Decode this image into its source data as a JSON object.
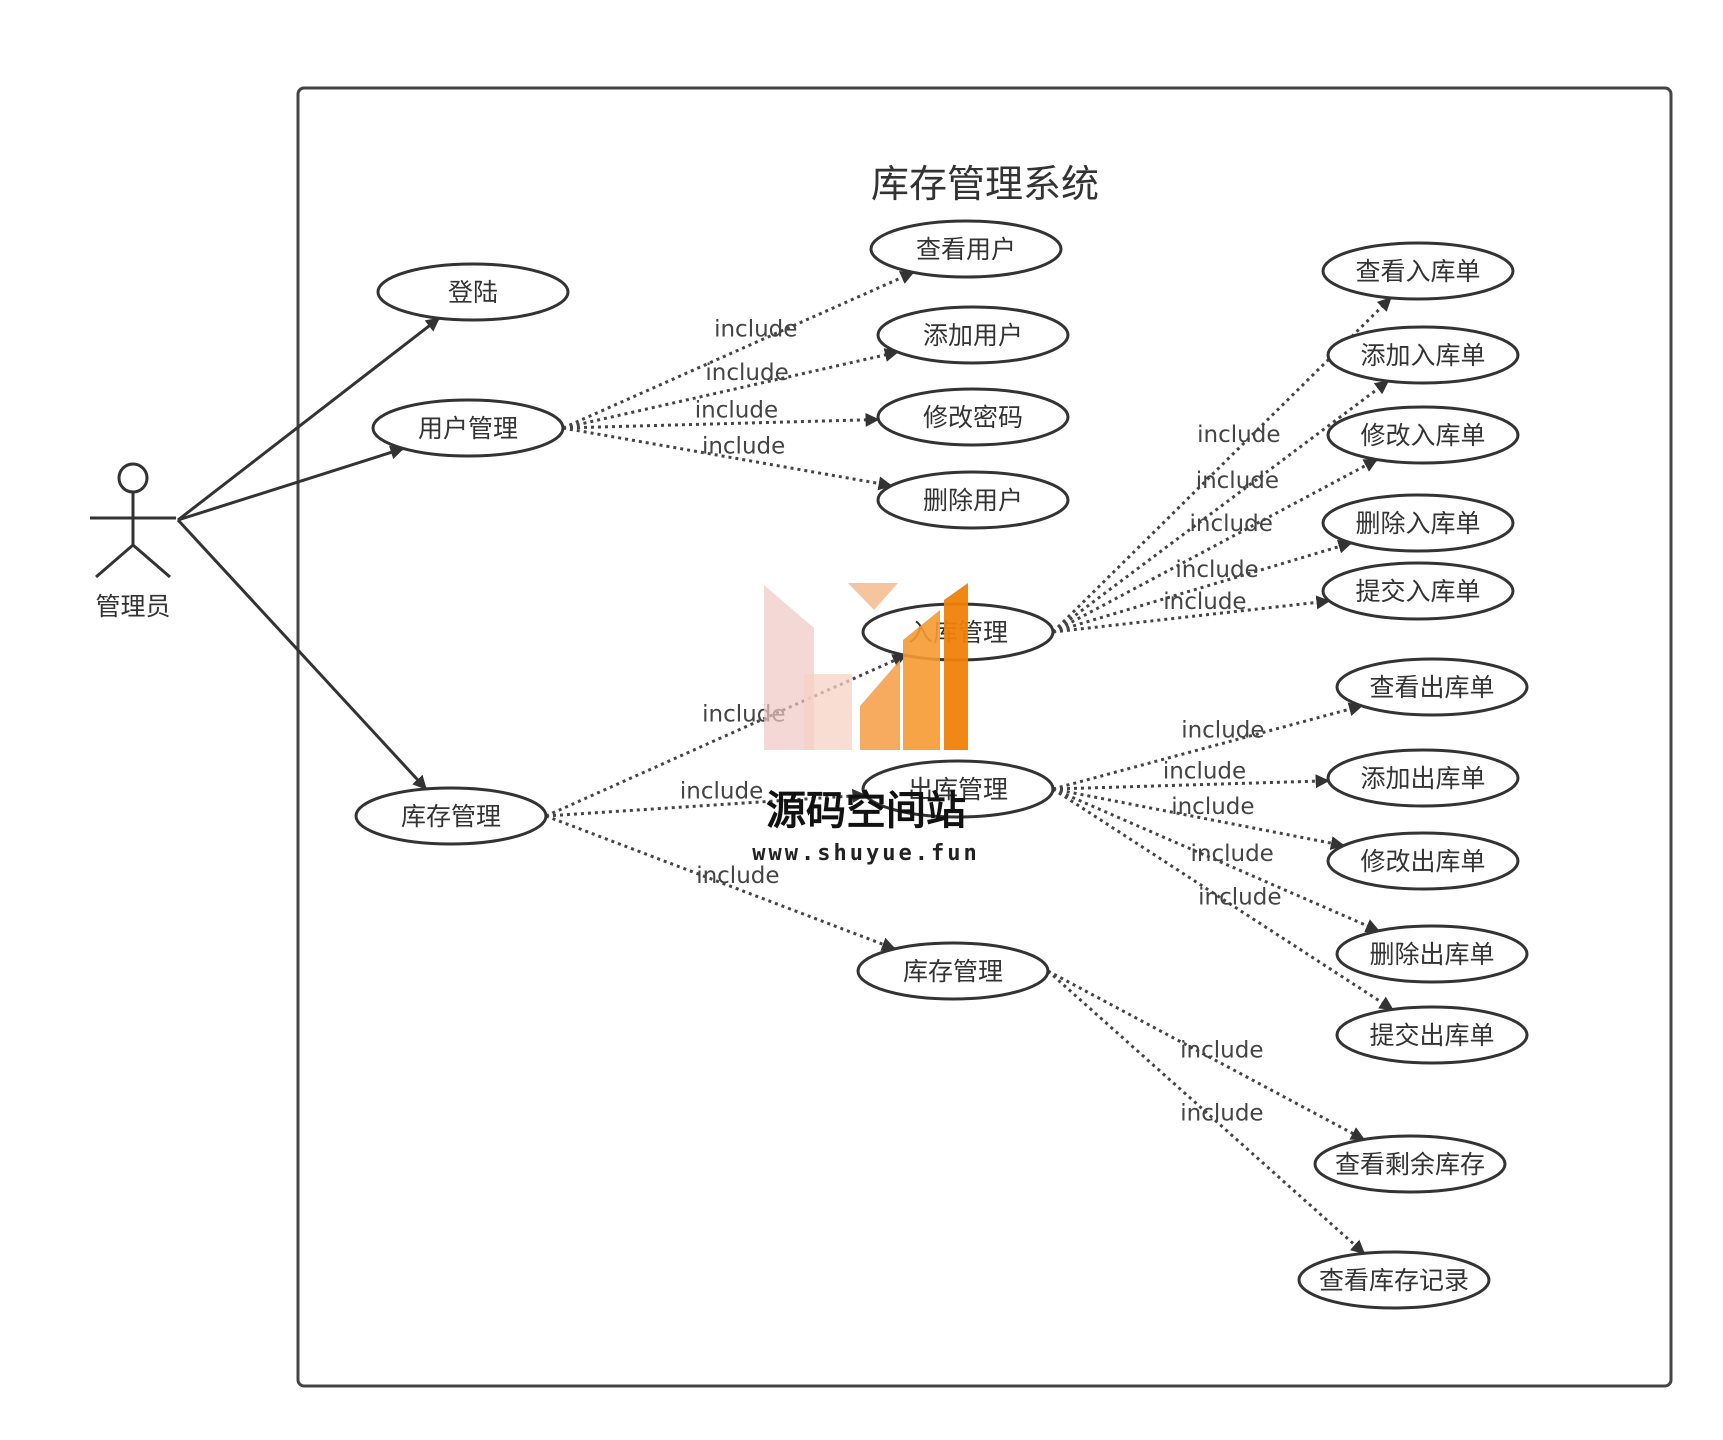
{
  "system": {
    "title": "库存管理系统"
  },
  "actor": {
    "label": "管理员"
  },
  "relation_label": "include",
  "use_cases": {
    "login": "登陆",
    "user_mgmt": "用户管理",
    "stock_mgmt": "库存管理",
    "view_user": "查看用户",
    "add_user": "添加用户",
    "change_pwd": "修改密码",
    "delete_user": "删除用户",
    "inbound_mgmt": "入库管理",
    "outbound_mgmt": "出库管理",
    "inventory_mgmt": "库存管理",
    "view_in": "查看入库单",
    "add_in": "添加入库单",
    "edit_in": "修改入库单",
    "delete_in": "删除入库单",
    "submit_in": "提交入库单",
    "view_out": "查看出库单",
    "add_out": "添加出库单",
    "edit_out": "修改出库单",
    "delete_out": "删除出库单",
    "submit_out": "提交出库单",
    "view_remaining": "查看剩余库存",
    "view_records": "查看库存记录"
  },
  "associations": [
    [
      "actor",
      "login"
    ],
    [
      "actor",
      "user_mgmt"
    ],
    [
      "actor",
      "stock_mgmt"
    ]
  ],
  "includes": [
    [
      "user_mgmt",
      "view_user"
    ],
    [
      "user_mgmt",
      "add_user"
    ],
    [
      "user_mgmt",
      "change_pwd"
    ],
    [
      "user_mgmt",
      "delete_user"
    ],
    [
      "stock_mgmt",
      "inbound_mgmt"
    ],
    [
      "stock_mgmt",
      "outbound_mgmt"
    ],
    [
      "stock_mgmt",
      "inventory_mgmt"
    ],
    [
      "inbound_mgmt",
      "view_in"
    ],
    [
      "inbound_mgmt",
      "add_in"
    ],
    [
      "inbound_mgmt",
      "edit_in"
    ],
    [
      "inbound_mgmt",
      "delete_in"
    ],
    [
      "inbound_mgmt",
      "submit_in"
    ],
    [
      "outbound_mgmt",
      "view_out"
    ],
    [
      "outbound_mgmt",
      "add_out"
    ],
    [
      "outbound_mgmt",
      "edit_out"
    ],
    [
      "outbound_mgmt",
      "delete_out"
    ],
    [
      "outbound_mgmt",
      "submit_out"
    ],
    [
      "inventory_mgmt",
      "view_remaining"
    ],
    [
      "inventory_mgmt",
      "view_records"
    ]
  ],
  "watermark": {
    "name": "源码空间站",
    "url": "www.shuyue.fun"
  }
}
